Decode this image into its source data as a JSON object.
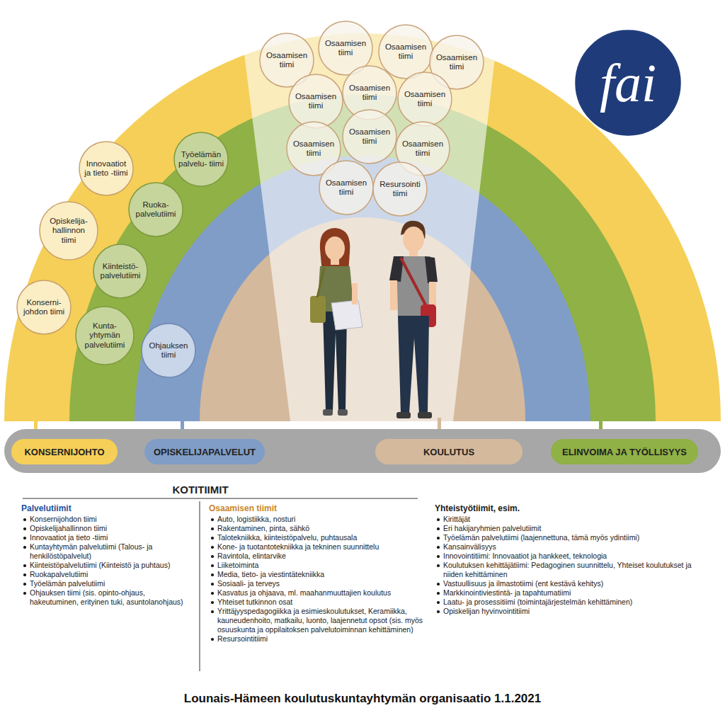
{
  "diagram": {
    "title": "Lounais-Hämeen koulutuskuntayhtymän organisaatio 1.1.2021",
    "nodes": [
      {
        "text": [
          "Innovaatiot ja tieto -tiimi"
        ]
      },
      {
        "text": [
          "Opiskelija- hallinnon tiimi"
        ]
      },
      {
        "text": [
          "Konserni- johdon tiimi"
        ]
      },
      {
        "text": [
          "Työelämän palvelu- tiimi"
        ]
      },
      {
        "text": [
          "Ruoka- palvelutiimi"
        ]
      },
      {
        "text": [
          "Kiinteistö- palvelutiimi"
        ]
      },
      {
        "text": [
          "Kunta- yhtymän palvelutiimi"
        ]
      },
      {
        "text": [
          "Ohjauksen tiimi"
        ]
      },
      {
        "text": [
          "Osaamisen tiimi"
        ]
      },
      {
        "text": [
          "Osaamisen tiimi"
        ]
      },
      {
        "text": [
          "Osaamisen tiimi"
        ]
      },
      {
        "text": [
          "Osaamisen tiimi"
        ]
      },
      {
        "text": [
          "Osaamisen tiimi"
        ]
      },
      {
        "text": [
          "Osaamisen tiimi"
        ]
      },
      {
        "text": [
          "Osaamisen tiimi"
        ]
      },
      {
        "text": [
          "Osaamisen tiimi"
        ]
      },
      {
        "text": [
          "Osaamisen tiimi"
        ]
      },
      {
        "text": [
          "Osaamisen tiimi"
        ]
      },
      {
        "text": [
          "Osaamisen tiimi"
        ]
      },
      {
        "text": [
          "Resursointi tiimi"
        ]
      },
      {
        "text": [
          "fai"
        ]
      },
      {
        "text": [
          "KONSERNIJOHTO"
        ]
      },
      {
        "text": [
          "OPISKELIJAPALVELUT"
        ]
      },
      {
        "text": [
          "KOULUTUS"
        ]
      },
      {
        "text": [
          "ELINVOIMA JA TYÖLLISYYS"
        ]
      }
    ],
    "labels": [
      "KOTITIIMIT",
      "Palvelutiimit",
      "Konsernijohdon tiimi",
      "Opiskelijahallinnon tiimi",
      "Innovaatiot ja tieto -tiimi",
      "Kuntayhtymän palvelutiimi (Talous- ja henkilöstöpalvelut)",
      "Kiinteistöpalvelutiimi (Kiinteistö ja puhtaus)",
      "Ruokapalvelutiimi",
      "Työelämän palvelutiimi",
      "Ohjauksen tiimi (sis. opinto-ohjaus, hakeutuminen, erityinen tuki, asuntolanohjaus)",
      "Osaamisen tiimit",
      "Auto, logistiikka, nosturi",
      "Rakentaminen, pinta, sähkö",
      "Talotekniikka, kiinteistöpalvelu, puhtausala",
      "Kone- ja tuotantotekniikka ja tekninen suunnittelu",
      "Ravintola, elintarvike",
      "Liiketoiminta",
      "Media, tieto- ja viestintätekniikka",
      "Sosiaali- ja terveys",
      "Kasvatus ja ohjaava, ml. maahanmuuttajien koulutus",
      "Yhteiset tutkinnon osat",
      "Yrittäjyyspedagogiikka ja esimieskoulutukset, Keramiikka, kauneudenhoito, matkailu, luonto, laajennetut opsot (sis. myös osuuskunta ja oppilaitoksen palvelutoiminnan kehittäminen)",
      "Resursointitiimi",
      "Yhteistyötiimit, esim.",
      "Kirittäjät",
      "Eri hakijaryhmien palvelutiimit",
      "Työelämän palvelutiimi (laajennettuna, tämä myös ydintiimi)",
      "Kansainvälisyys",
      "Innovointitiimi: Innovaatiot ja hankkeet, teknologia",
      "Koulutuksen kehittäjätiimi: Pedagoginen suunnittelu, Yhteiset koulutukset ja niiden kehittäminen",
      "Vastuullisuus ja ilmastotiimi (ent kestävä kehitys)",
      "Markkinointiviestintä- ja tapahtumatiimi",
      "Laatu- ja prosessitiimi (toimintajärjestelmän kehittäminen)",
      "Opiskelijan hyvinvointitiimi"
    ]
  }
}
